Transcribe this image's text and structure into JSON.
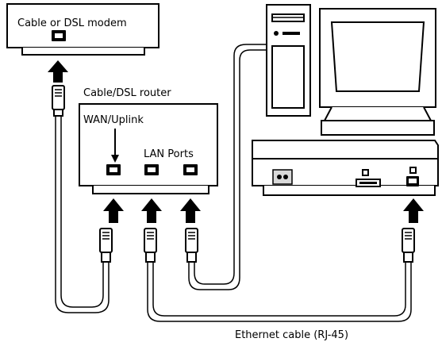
{
  "labels": {
    "modem": "Cable or DSL modem",
    "router": "Cable/DSL router",
    "wan": "WAN/Uplink",
    "lan": "LAN Ports",
    "cable": "Ethernet cable (RJ-45)"
  }
}
